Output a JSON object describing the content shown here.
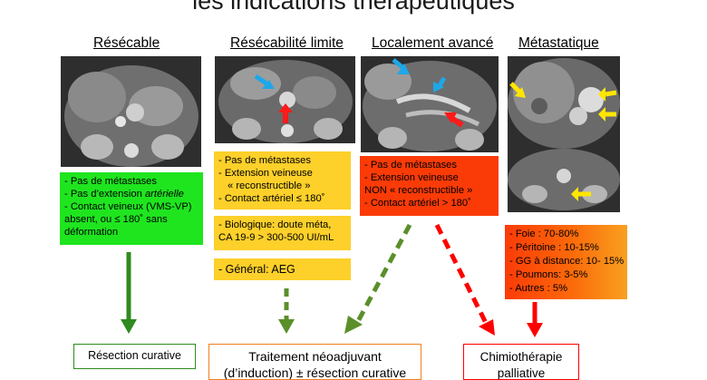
{
  "title": "les indications thérapeutiques",
  "columns": [
    {
      "heading": "Résécable"
    },
    {
      "heading": "Résécabilité limite"
    },
    {
      "heading": "Localement avancé"
    },
    {
      "heading": "Métastatique"
    }
  ],
  "resecable": {
    "lines": [
      "- Pas de métastases",
      "- Pas d’extension ",
      "artérielle",
      "- Contact veineux (VMS-VP)",
      "absent, ou ≤ 180˚  sans",
      "déformation"
    ],
    "color": "#1fe51f"
  },
  "limite": {
    "box1": [
      "- Pas de métastases",
      "- Extension veineuse",
      "« reconstructible »",
      "- Contact artériel ≤ 180˚"
    ],
    "box2": [
      "- Biologique: doute méta,",
      "CA 19-9 > 300-500 UI/mL"
    ],
    "box3": "- Général: AEG",
    "color": "#fdd02a"
  },
  "localement": {
    "lines": [
      "- Pas de métastases",
      "- Extension veineuse",
      "NON « reconstructible »",
      "- Contact artériel > 180˚"
    ],
    "color": "#fb3b07"
  },
  "metastatique": {
    "lines": [
      "- Foie :  70-80%",
      "- Péritoine : 10-15%",
      "- GG à distance: 10-   15%",
      "- Poumons: 3-5%",
      "- Autres : 5%"
    ]
  },
  "outcomes": {
    "curative": "Résection curative",
    "neoadjuvant_line1": "Traitement néoadjuvant",
    "neoadjuvant_line2": "(d’induction) ± résection curative",
    "chemo_line1": "Chimiothérapie",
    "chemo_line2": "palliative"
  },
  "colors": {
    "arrow_green": "#2e8b1f",
    "arrow_olive": "#5a8f2a",
    "arrow_red": "#ff0000",
    "blue_marker": "#1ea7e8",
    "red_marker": "#ff1a1a",
    "yellow_marker": "#ffe600"
  },
  "icons": [
    "scan-image",
    "blue-pointer-arrow",
    "red-pointer-arrow",
    "yellow-pointer-arrow"
  ]
}
